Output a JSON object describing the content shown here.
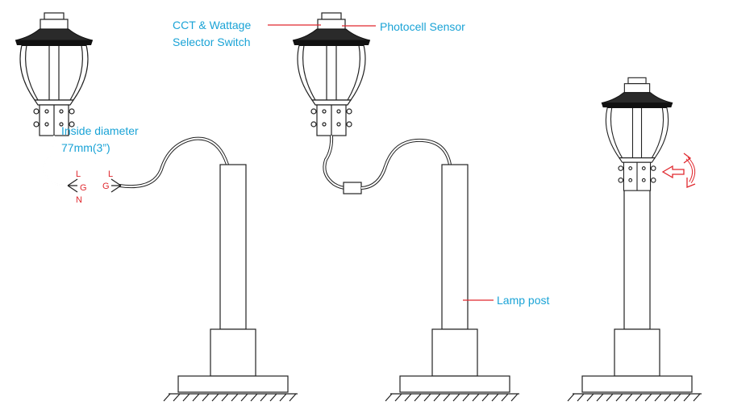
{
  "labels": {
    "cct_line1": "CCT & Wattage",
    "cct_line2": "Selector Switch",
    "photocell": "Photocell Sensor",
    "inside_line1": "Inside diameter",
    "inside_line2": "77mm(3”)",
    "lamp_post": "Lamp post"
  },
  "wires": {
    "fixture_side": [
      "L",
      "G",
      "N"
    ],
    "post_side": [
      "L",
      "G"
    ]
  },
  "colors": {
    "label_text": "#1aa3d6",
    "leader_line": "#e0282e",
    "wire_letters": "#e0282e",
    "rotate_arrow": "#e0282e",
    "drawing": "#222222"
  },
  "icons": [
    "rotate-arrow-icon",
    "insert-arrow-icon"
  ]
}
